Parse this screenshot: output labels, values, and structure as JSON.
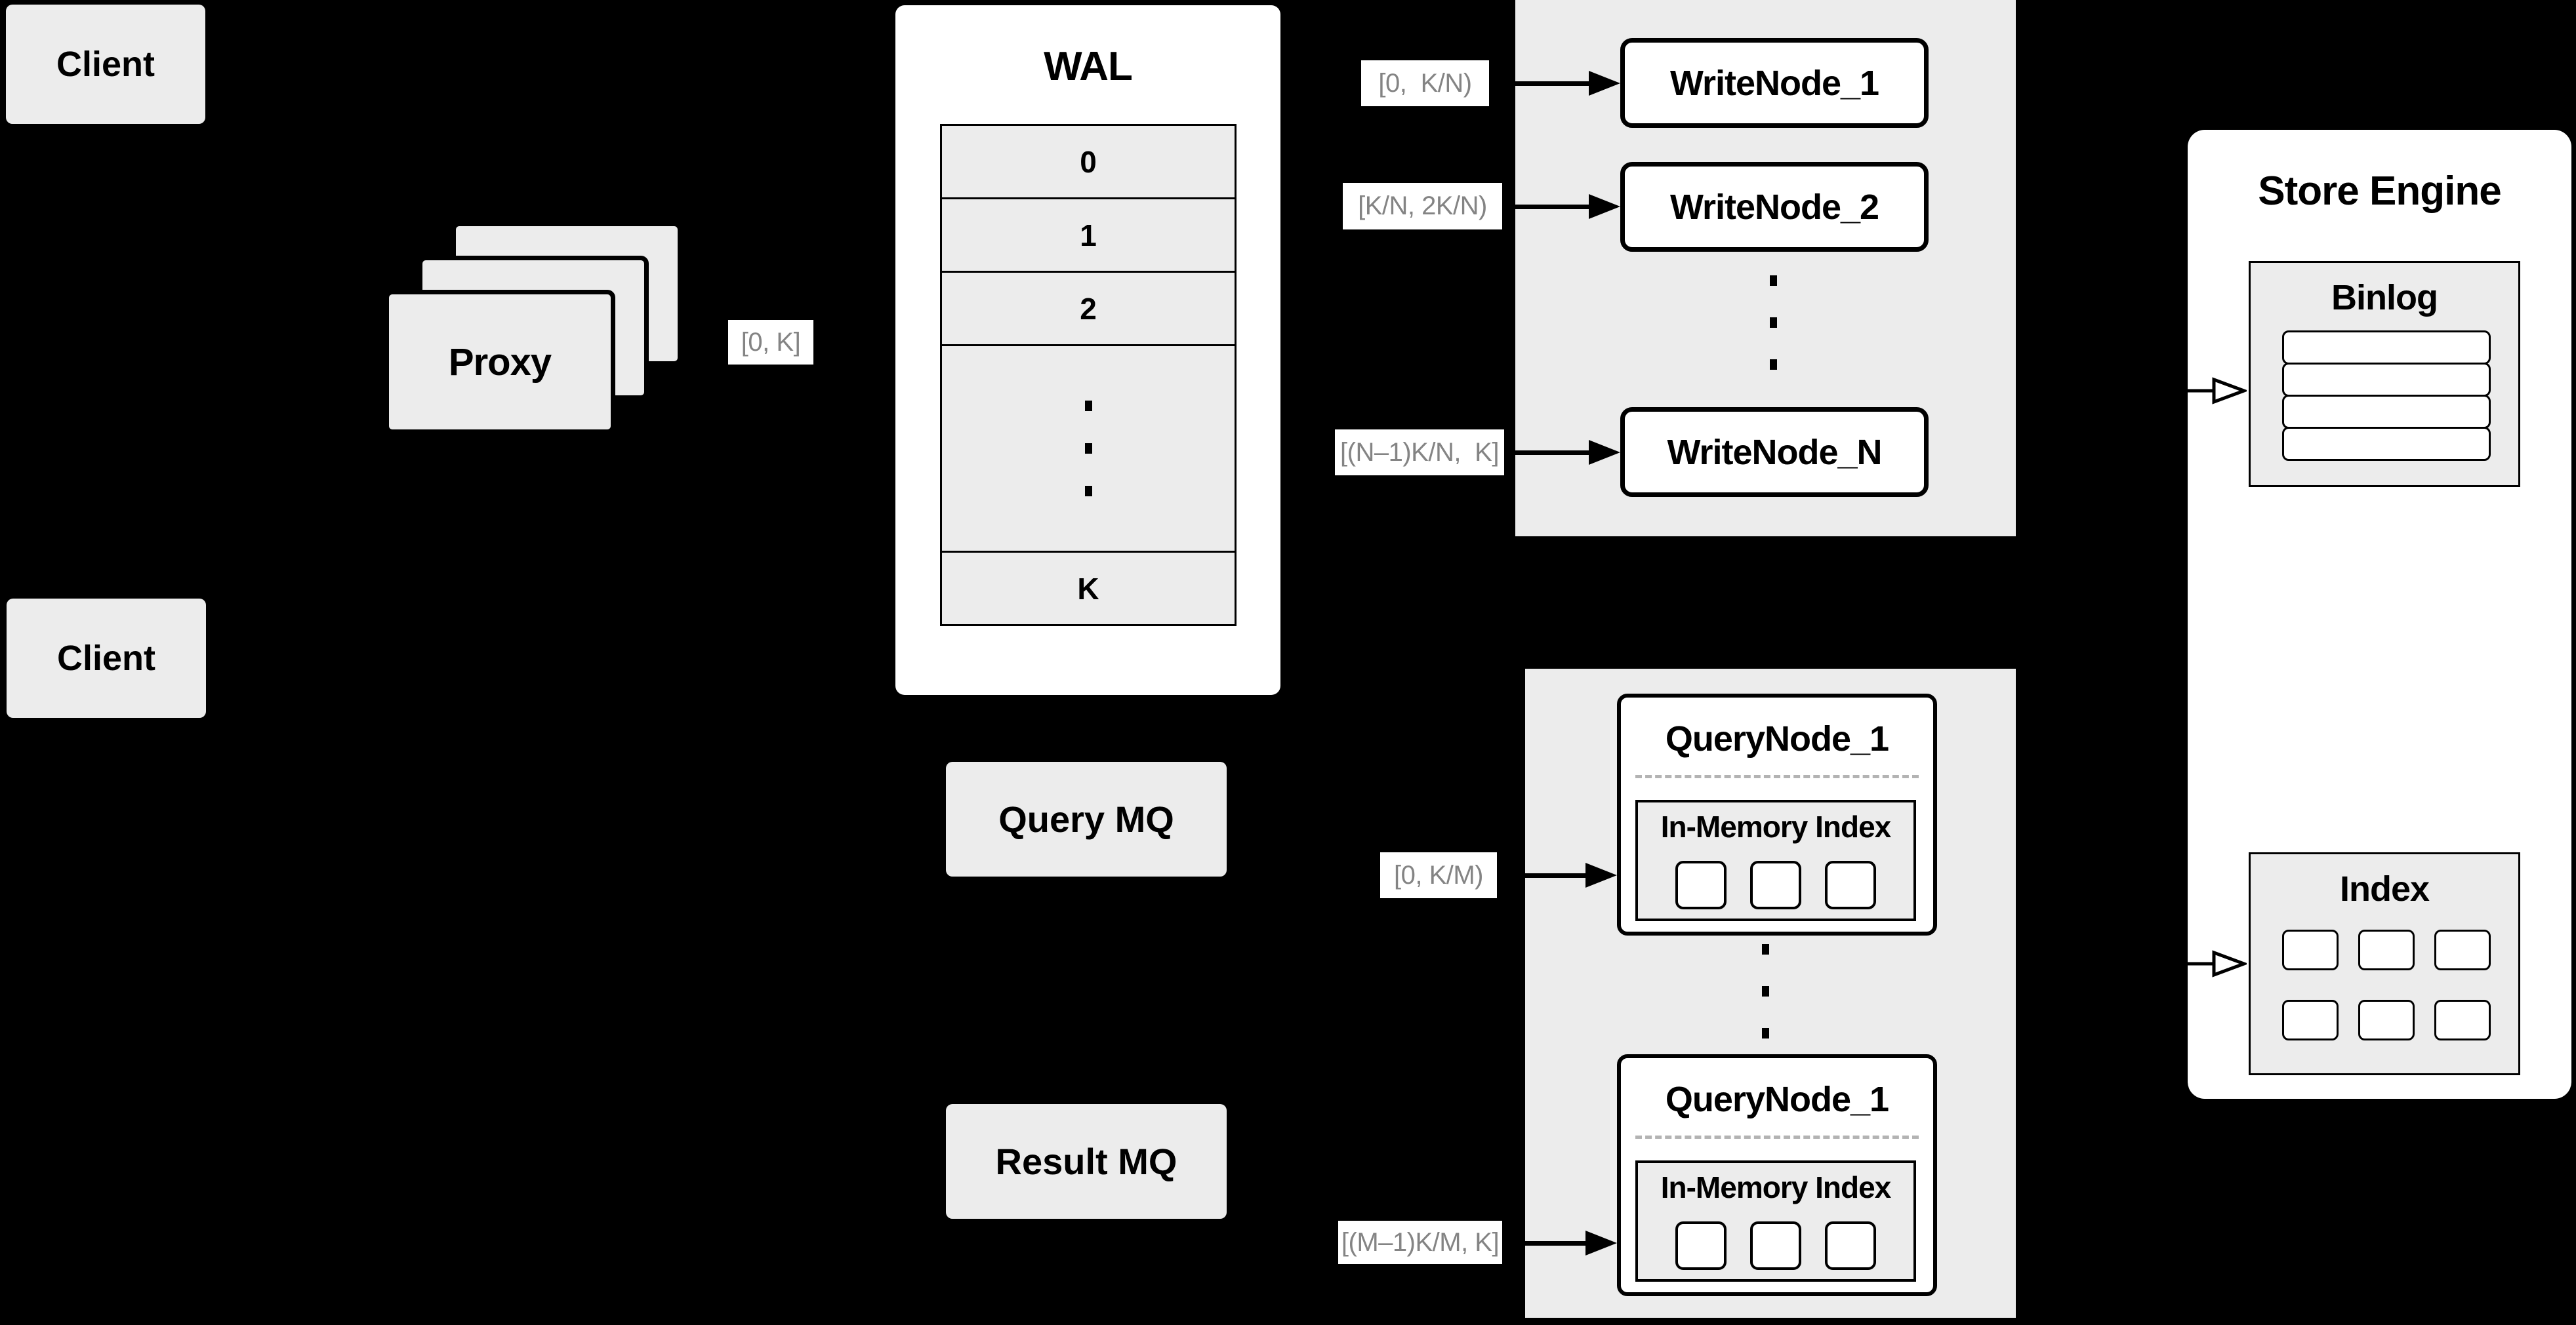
{
  "colors": {
    "background": "#000000",
    "panel_gray": "#ececec",
    "node_white": "#ffffff",
    "line_black": "#000000",
    "label_text_gray": "#848484",
    "dash_gray": "#b3b3b3"
  },
  "clients": {
    "top": "Client",
    "bottom": "Client"
  },
  "proxy": {
    "label": "Proxy",
    "stack_count": 3
  },
  "range_labels": {
    "proxy_out": "[0, K]",
    "write_node_1": "[0,  K/N)",
    "write_node_2": "[K/N, 2K/N)",
    "write_node_n": "[(N–1)K/N,  K]",
    "query_node_1": "[0, K/M)",
    "query_node_m": "[(M–1)K/M, K]"
  },
  "wal": {
    "title": "WAL",
    "rows": [
      "0",
      "1",
      "2"
    ],
    "dots_count": 3,
    "last_row": "K"
  },
  "write_group": {
    "nodes": [
      "WriteNode_1",
      "WriteNode_2"
    ],
    "last_node": "WriteNode_N",
    "dots_count": 3
  },
  "mq": {
    "query": "Query MQ",
    "result": "Result MQ"
  },
  "query_group": {
    "dots_count": 3,
    "top": {
      "title": "QueryNode_1",
      "inner_title": "In-Memory Index",
      "segment_count": 3
    },
    "bottom": {
      "title": "QueryNode_1",
      "inner_title": "In-Memory Index",
      "segment_count": 3
    }
  },
  "store_engine": {
    "title": "Store Engine",
    "binlog": {
      "title": "Binlog",
      "row_count": 4
    },
    "index": {
      "title": "Index",
      "cell_count": 6
    }
  }
}
